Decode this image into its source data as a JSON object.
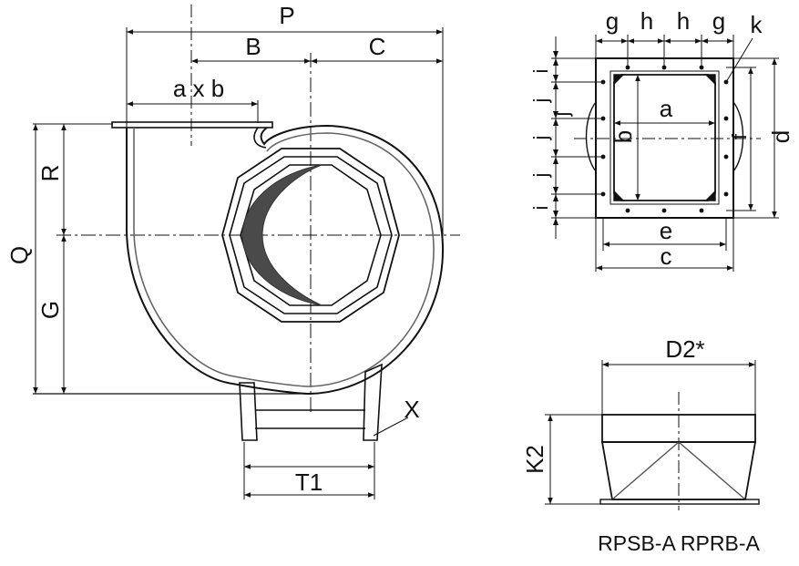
{
  "colors": {
    "line": "#111111",
    "casing_inner": "#666666",
    "blade": "#4a4a4a",
    "background": "#ffffff"
  },
  "side_view": {
    "labels": {
      "P": "P",
      "B": "B",
      "C": "C",
      "axb": "a x b",
      "R": "R",
      "Q": "Q",
      "G": "G",
      "X": "X",
      "T1": "T1"
    }
  },
  "flange_view": {
    "labels": {
      "g_left": "g",
      "h_left": "h",
      "h_right": "h",
      "g_right": "g",
      "k": "k",
      "i_top": "i",
      "j_1": "j",
      "j_2": "j",
      "j_3": "j",
      "j_4": "j",
      "i_bottom": "i",
      "a": "a",
      "b": "b",
      "f": "f",
      "d": "d",
      "e": "e",
      "c": "c"
    }
  },
  "inlet_view": {
    "labels": {
      "D2": "D2*",
      "K2": "K2"
    },
    "caption": "RPSB-A RPRB-A"
  }
}
